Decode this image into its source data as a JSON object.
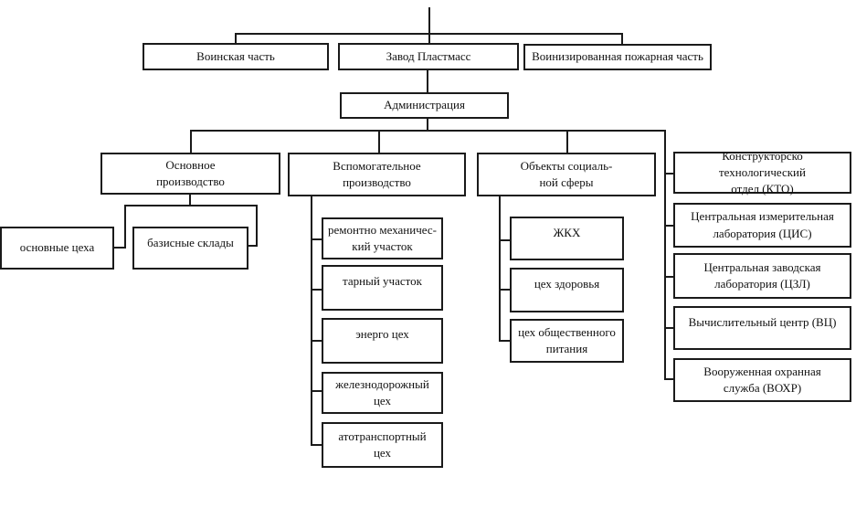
{
  "diagram": {
    "type": "org-chart",
    "colors": {
      "line": "#1a1a1a",
      "box_border": "#1a1a1a",
      "background": "#ffffff",
      "text": "#111111"
    },
    "nodes": {
      "military_unit": "Воинская часть",
      "plastics_plant": "Завод Пластмасс",
      "fire_department": "Воинизированная  пожарная часть",
      "administration": "Администрация",
      "main_production": "Основное\nпроизводство",
      "auxiliary_production": "Вспомогательное\nпроизводство",
      "social_objects": "Объекты социаль-\nной сферы",
      "main_shops": "основные цеха",
      "base_warehouses": "базисные склады",
      "repair_mechanical": "ремонтно механичес-\nкий участок",
      "container_section": "тарный участок",
      "energy_shop": "энерго цех",
      "railway_shop": "железнодорожный\nцех",
      "auto_transport_shop": "атотранспортный\nцех",
      "zhkh": "ЖКХ",
      "health_shop": "цех здоровья",
      "catering_shop": "цех общественного\nпитания",
      "kto_department": "Конструкторско технологический\nотдел (КТО)",
      "cis_lab": "Центральная измерительная\nлаборатория (ЦИС)",
      "czl_lab": "Центральная заводская\nлаборатория (ЦЗЛ)",
      "computing_center": "Вычислительный центр (ВЦ)",
      "vohr_service": "Вооруженная охранная\nслужба (ВОХР)"
    },
    "edges": [
      "root → Воинская часть",
      "root → Завод Пластмасс",
      "root → Воинизированная пожарная часть",
      "Завод Пластмасс → Администрация",
      "Администрация → Основное производство",
      "Администрация → Вспомогательное производство",
      "Администрация → Объекты социальной сферы",
      "Администрация → правая колонка отделов",
      "Основное производство → основные цеха",
      "Основное производство → базисные склады",
      "Вспомогательное производство → ремонтно механический участок / тарный участок / энерго цех / железнодорожный цех / атотранспортный цех",
      "Объекты социальной сферы → ЖКХ / цех здоровья / цех общественного питания",
      "правая колонка → КТО / ЦИС / ЦЗЛ / ВЦ / ВОХР"
    ]
  }
}
